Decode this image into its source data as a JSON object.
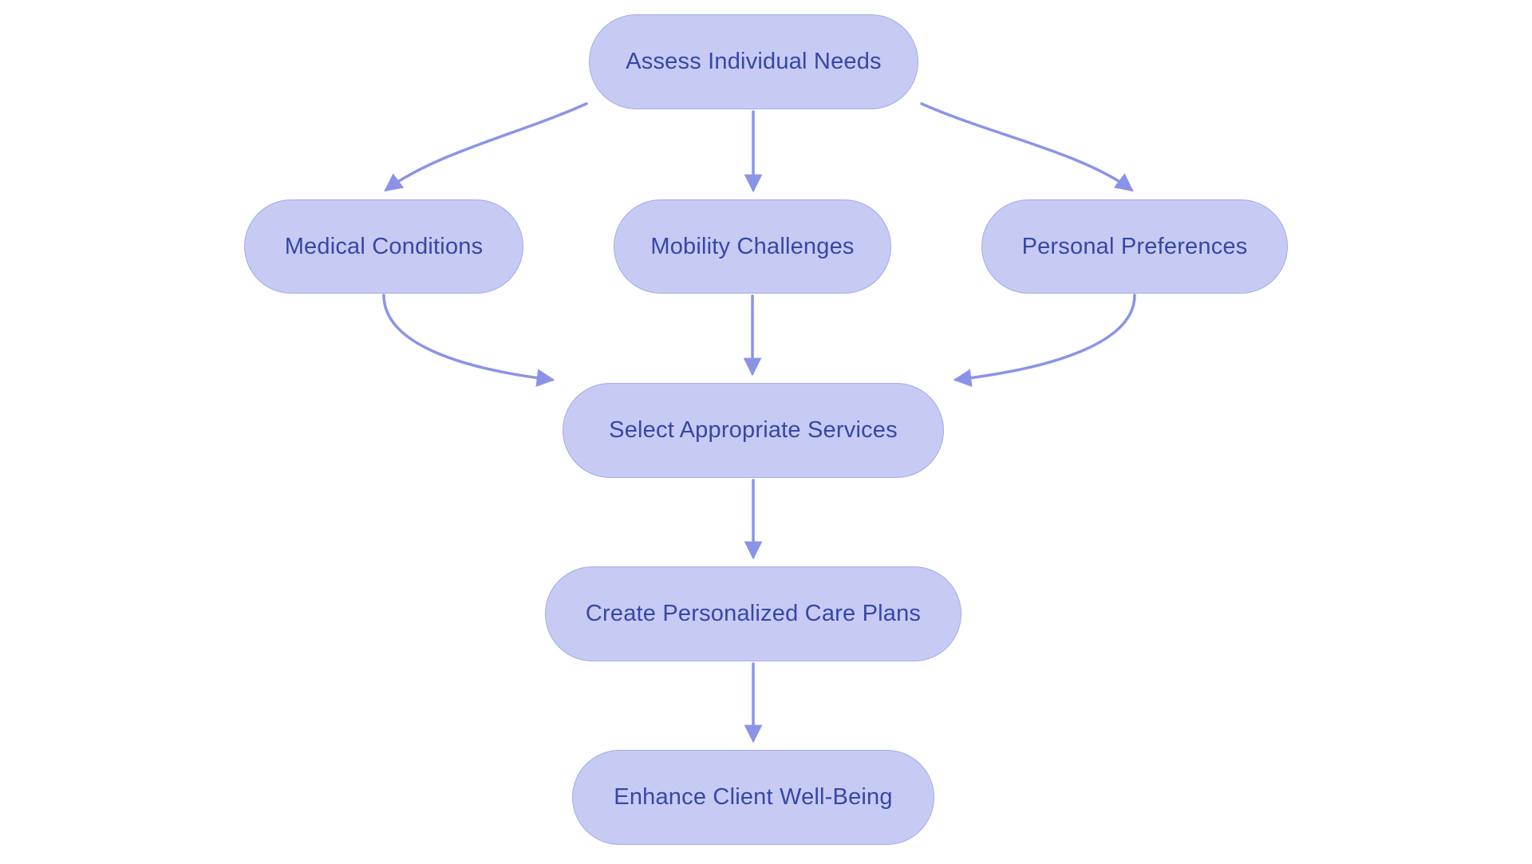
{
  "diagram": {
    "type": "flowchart",
    "background": "#ffffff",
    "colors": {
      "node_fill": "#c7cbf4",
      "node_border": "#a3aaec",
      "node_text": "#3747a6",
      "arrow": "#8b93e8"
    },
    "nodes": [
      {
        "id": "assess",
        "label": "Assess Individual Needs"
      },
      {
        "id": "medical",
        "label": "Medical Conditions"
      },
      {
        "id": "mobility",
        "label": "Mobility Challenges"
      },
      {
        "id": "prefs",
        "label": "Personal Preferences"
      },
      {
        "id": "select",
        "label": "Select Appropriate Services"
      },
      {
        "id": "plans",
        "label": "Create Personalized Care Plans"
      },
      {
        "id": "well",
        "label": "Enhance Client Well-Being"
      }
    ],
    "edges": [
      {
        "from": "assess",
        "to": "medical"
      },
      {
        "from": "assess",
        "to": "mobility"
      },
      {
        "from": "assess",
        "to": "prefs"
      },
      {
        "from": "medical",
        "to": "select"
      },
      {
        "from": "mobility",
        "to": "select"
      },
      {
        "from": "prefs",
        "to": "select"
      },
      {
        "from": "select",
        "to": "plans"
      },
      {
        "from": "plans",
        "to": "well"
      }
    ]
  }
}
